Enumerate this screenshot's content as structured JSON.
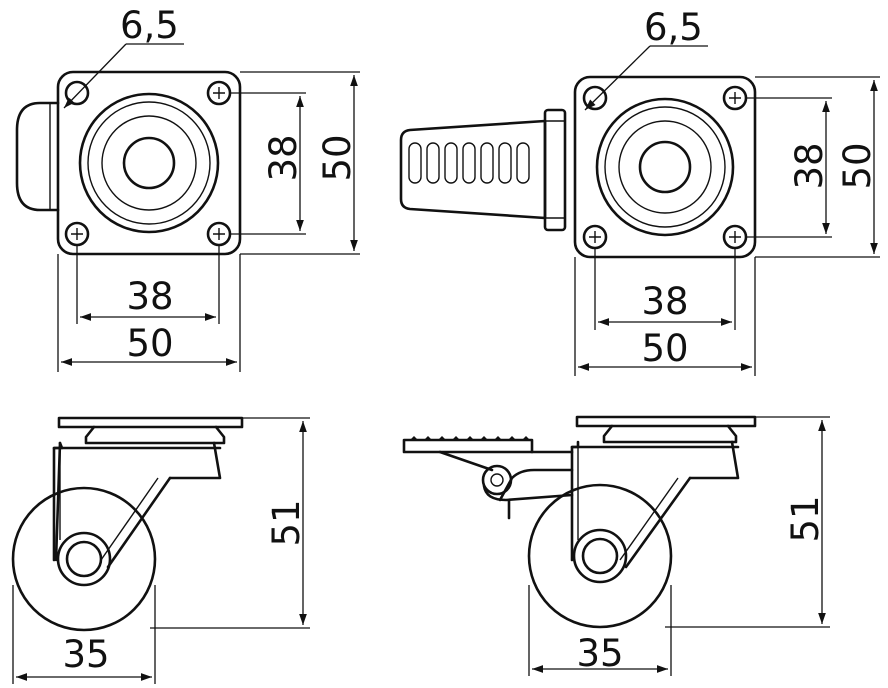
{
  "dimensions": {
    "hole_diameter_plain": "6,5",
    "hole_spacing_vertical_plain": "38",
    "plate_height_plain": "50",
    "hole_spacing_horizontal_plain": "38",
    "plate_width_plain": "50",
    "hole_diameter_brake": "6,5",
    "hole_spacing_vertical_brake": "38",
    "plate_height_brake": "50",
    "hole_spacing_horizontal_brake": "38",
    "plate_width_brake": "50",
    "total_height_plain": "51",
    "wheel_diameter_plain": "35",
    "total_height_brake": "51",
    "wheel_diameter_brake": "35"
  },
  "colors": {
    "line": "#111111",
    "background": "#ffffff"
  }
}
